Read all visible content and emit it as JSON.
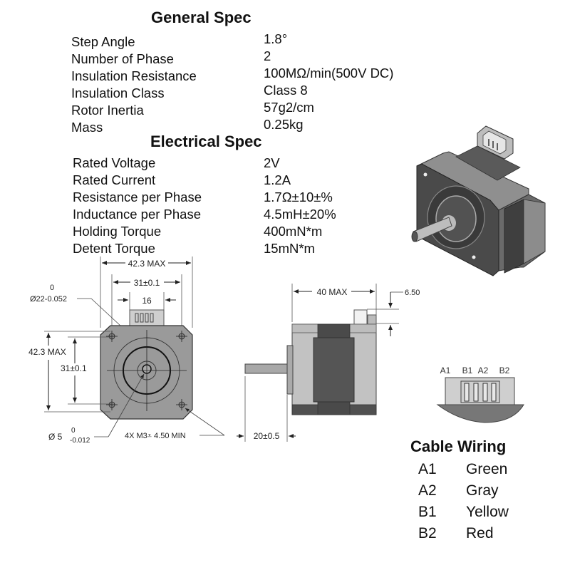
{
  "general_spec": {
    "title": "General Spec",
    "rows": [
      {
        "label": "Step Angle",
        "value": "1.8°"
      },
      {
        "label": "Number of Phase",
        "value": "2"
      },
      {
        "label": "Insulation Resistance",
        "value": "100MΩ/min(500V DC)"
      },
      {
        "label": "Insulation Class",
        "value": "Class 8"
      },
      {
        "label": "Rotor Inertia",
        "value": "57g2/cm"
      },
      {
        "label": "Mass",
        "value": "0.25kg"
      }
    ]
  },
  "electrical_spec": {
    "title": "Electrical Spec",
    "rows": [
      {
        "label": "Rated Voltage",
        "value": "2V"
      },
      {
        "label": "Rated Current",
        "value": "1.2A"
      },
      {
        "label": "Resistance per Phase",
        "value": "1.7Ω±10±%"
      },
      {
        "label": "Inductance per Phase",
        "value": "4.5mH±20%"
      },
      {
        "label": "Holding Torque",
        "value": "400mN*m"
      },
      {
        "label": "Detent Torque",
        "value": "15mN*m"
      }
    ]
  },
  "front_view": {
    "width_dim": "42.3 MAX",
    "hole_spacing_dim": "31±0.1",
    "connector_dim": "16",
    "boss_dim_tol_upper": "0",
    "boss_dim": "Ø22-0.052",
    "height_dim": "42.3 MAX",
    "hole_spacing_v_dim": "31±0.1",
    "shaft_dim_prefix": "Ø 5",
    "shaft_tol_upper": "0",
    "shaft_tol_lower": "-0.012",
    "mount_hole_note": "4X M3⩡ 4.50  MIN"
  },
  "side_view": {
    "length_dim": "40 MAX",
    "connector_height_dim": "6.50",
    "shaft_length_dim": "20±0.5"
  },
  "connector_view": {
    "pins": [
      "A1",
      "B1",
      "A2",
      "B2"
    ]
  },
  "cable_wiring": {
    "title": "Cable Wiring",
    "rows": [
      {
        "pin": "A1",
        "color": "Green"
      },
      {
        "pin": "A2",
        "color": "Gray"
      },
      {
        "pin": "B1",
        "color": "Yellow"
      },
      {
        "pin": "B2",
        "color": "Red"
      }
    ]
  },
  "colors": {
    "motor_body": "#9a9a9a",
    "motor_dark": "#4d4d4d",
    "motor_light": "#c8c8c8",
    "line": "#222222"
  }
}
